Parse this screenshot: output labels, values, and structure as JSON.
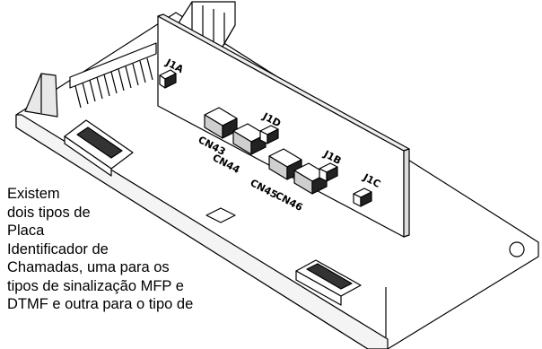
{
  "connector_labels": {
    "j1a": "J1A",
    "j1d": "J1D",
    "j1b": "J1B",
    "j1c": "J1C",
    "cn43": "CN43",
    "cn44": "CN44",
    "cn45": "CN45",
    "cn46": "CN46"
  },
  "caption_lines": [
    "Existem",
    "dois tipos de",
    "Placa",
    "Identificador de",
    "Chamadas, uma para os",
    "tipos de sinalização MFP e",
    "DTMF e outra para o tipo de"
  ]
}
